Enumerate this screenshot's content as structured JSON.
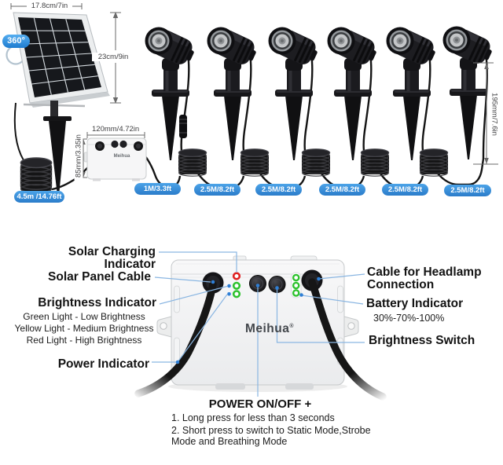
{
  "product": {
    "brand": "Meihua",
    "brand_reg": "®"
  },
  "top_diagram": {
    "panel": {
      "width_label": "17.8cm/7in",
      "height_label": "23cm/9in",
      "rotation_badge": "360°"
    },
    "control_box": {
      "width_label": "120mm/4.72in",
      "height_label": "85mm/3.35in",
      "brand": "Meihua"
    },
    "light_height_label": "195mm/7.6in",
    "cable_labels": [
      "4.5m /14.76ft",
      "1M/3.3ft",
      "2.5M/8.2ft",
      "2.5M/8.2ft",
      "2.5M/8.2ft",
      "2.5M/8.2ft",
      "2.5M/8.2ft"
    ]
  },
  "bottom_diagram": {
    "brand": "Meihua",
    "brand_reg": "®",
    "callouts_left": [
      {
        "label": "Solar Charging Indicator"
      },
      {
        "label": "Solar Panel Cable"
      },
      {
        "label": "Brightness Indicator",
        "sublines": [
          "Green Light - Low Brightness",
          "Yellow Light - Medium Brightness",
          "Red Light - High Brightness"
        ]
      },
      {
        "label": "Power Indicator"
      }
    ],
    "callouts_right": [
      {
        "label": "Cable for Headlamp Connection"
      },
      {
        "label": "Battery Indicator",
        "subline": "30%-70%-100%"
      },
      {
        "label": "Brightness Switch"
      }
    ],
    "power_note": {
      "title": "POWER ON/OFF +",
      "line1": "1. Long press for less than 3 seconds",
      "line2": "2. Short press to switch to Static Mode,Strobe Mode and Breathing Mode"
    }
  },
  "colors": {
    "pill_blue": "#3587d4",
    "callout_line": "#8ab6e2",
    "led_red": "#e02121",
    "led_green": "#2ec22e",
    "dot_blue": "#2f7fd6"
  }
}
